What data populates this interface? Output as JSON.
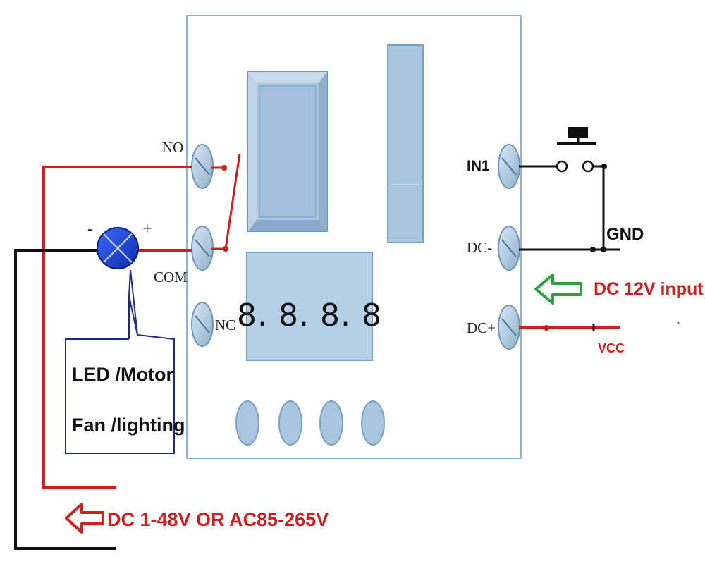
{
  "terminals_left": {
    "no": "NO",
    "com": "COM",
    "nc": "NC"
  },
  "terminals_right": {
    "in1": "IN1",
    "dc_minus": "DC-",
    "dc_plus": "DC+"
  },
  "display": {
    "digits": "8. 8. 8. 8"
  },
  "load": {
    "minus": "-",
    "plus": "+",
    "line1": "LED /Motor",
    "line2": "Fan /lighting"
  },
  "wiring": {
    "gnd": "GND",
    "dc_input": "DC 12V input",
    "vcc": "VCC",
    "load_supply": "DC 1-48V OR AC85-265V"
  },
  "colors": {
    "wire_red": "#cc1f1f",
    "wire_black": "#111111",
    "board": "#ffffff",
    "board_border": "#8fb3cf",
    "component_fill": "#a8c6e0",
    "arrow_green": "#2e9e3e",
    "label_red": "#cc1f1f",
    "callout_border": "#1c2a8a",
    "lamp_blue": "#1a3fd6"
  },
  "icons": {
    "lamp": "lamp-cross-icon",
    "terminal": "screw-terminal-icon",
    "switch": "push-button-switch-icon",
    "arrow": "hollow-left-arrow-icon"
  }
}
